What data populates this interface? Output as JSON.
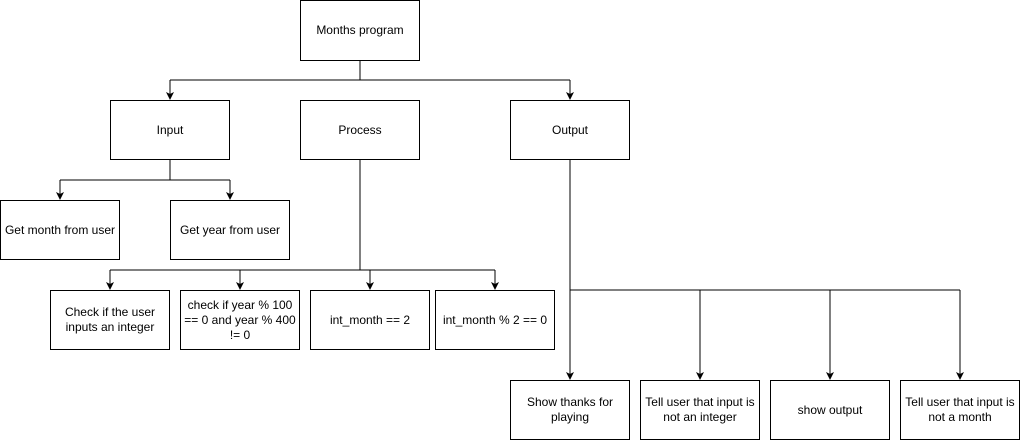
{
  "nodes": {
    "root": "Months program",
    "input": "Input",
    "process": "Process",
    "output": "Output",
    "get_month": "Get month from user",
    "get_year": "Get year from user",
    "check_integer": "Check if the user inputs an integer",
    "check_year": "check if year % 100 == 0 and year % 400 != 0",
    "int_month_eq_2": "int_month == 2",
    "int_month_mod_2": "int_month % 2 == 0",
    "show_thanks": "Show thanks for playing",
    "tell_not_integer": "Tell user that input is not an integer",
    "show_output": "show output",
    "tell_not_month": "Tell user that input is not a month"
  }
}
